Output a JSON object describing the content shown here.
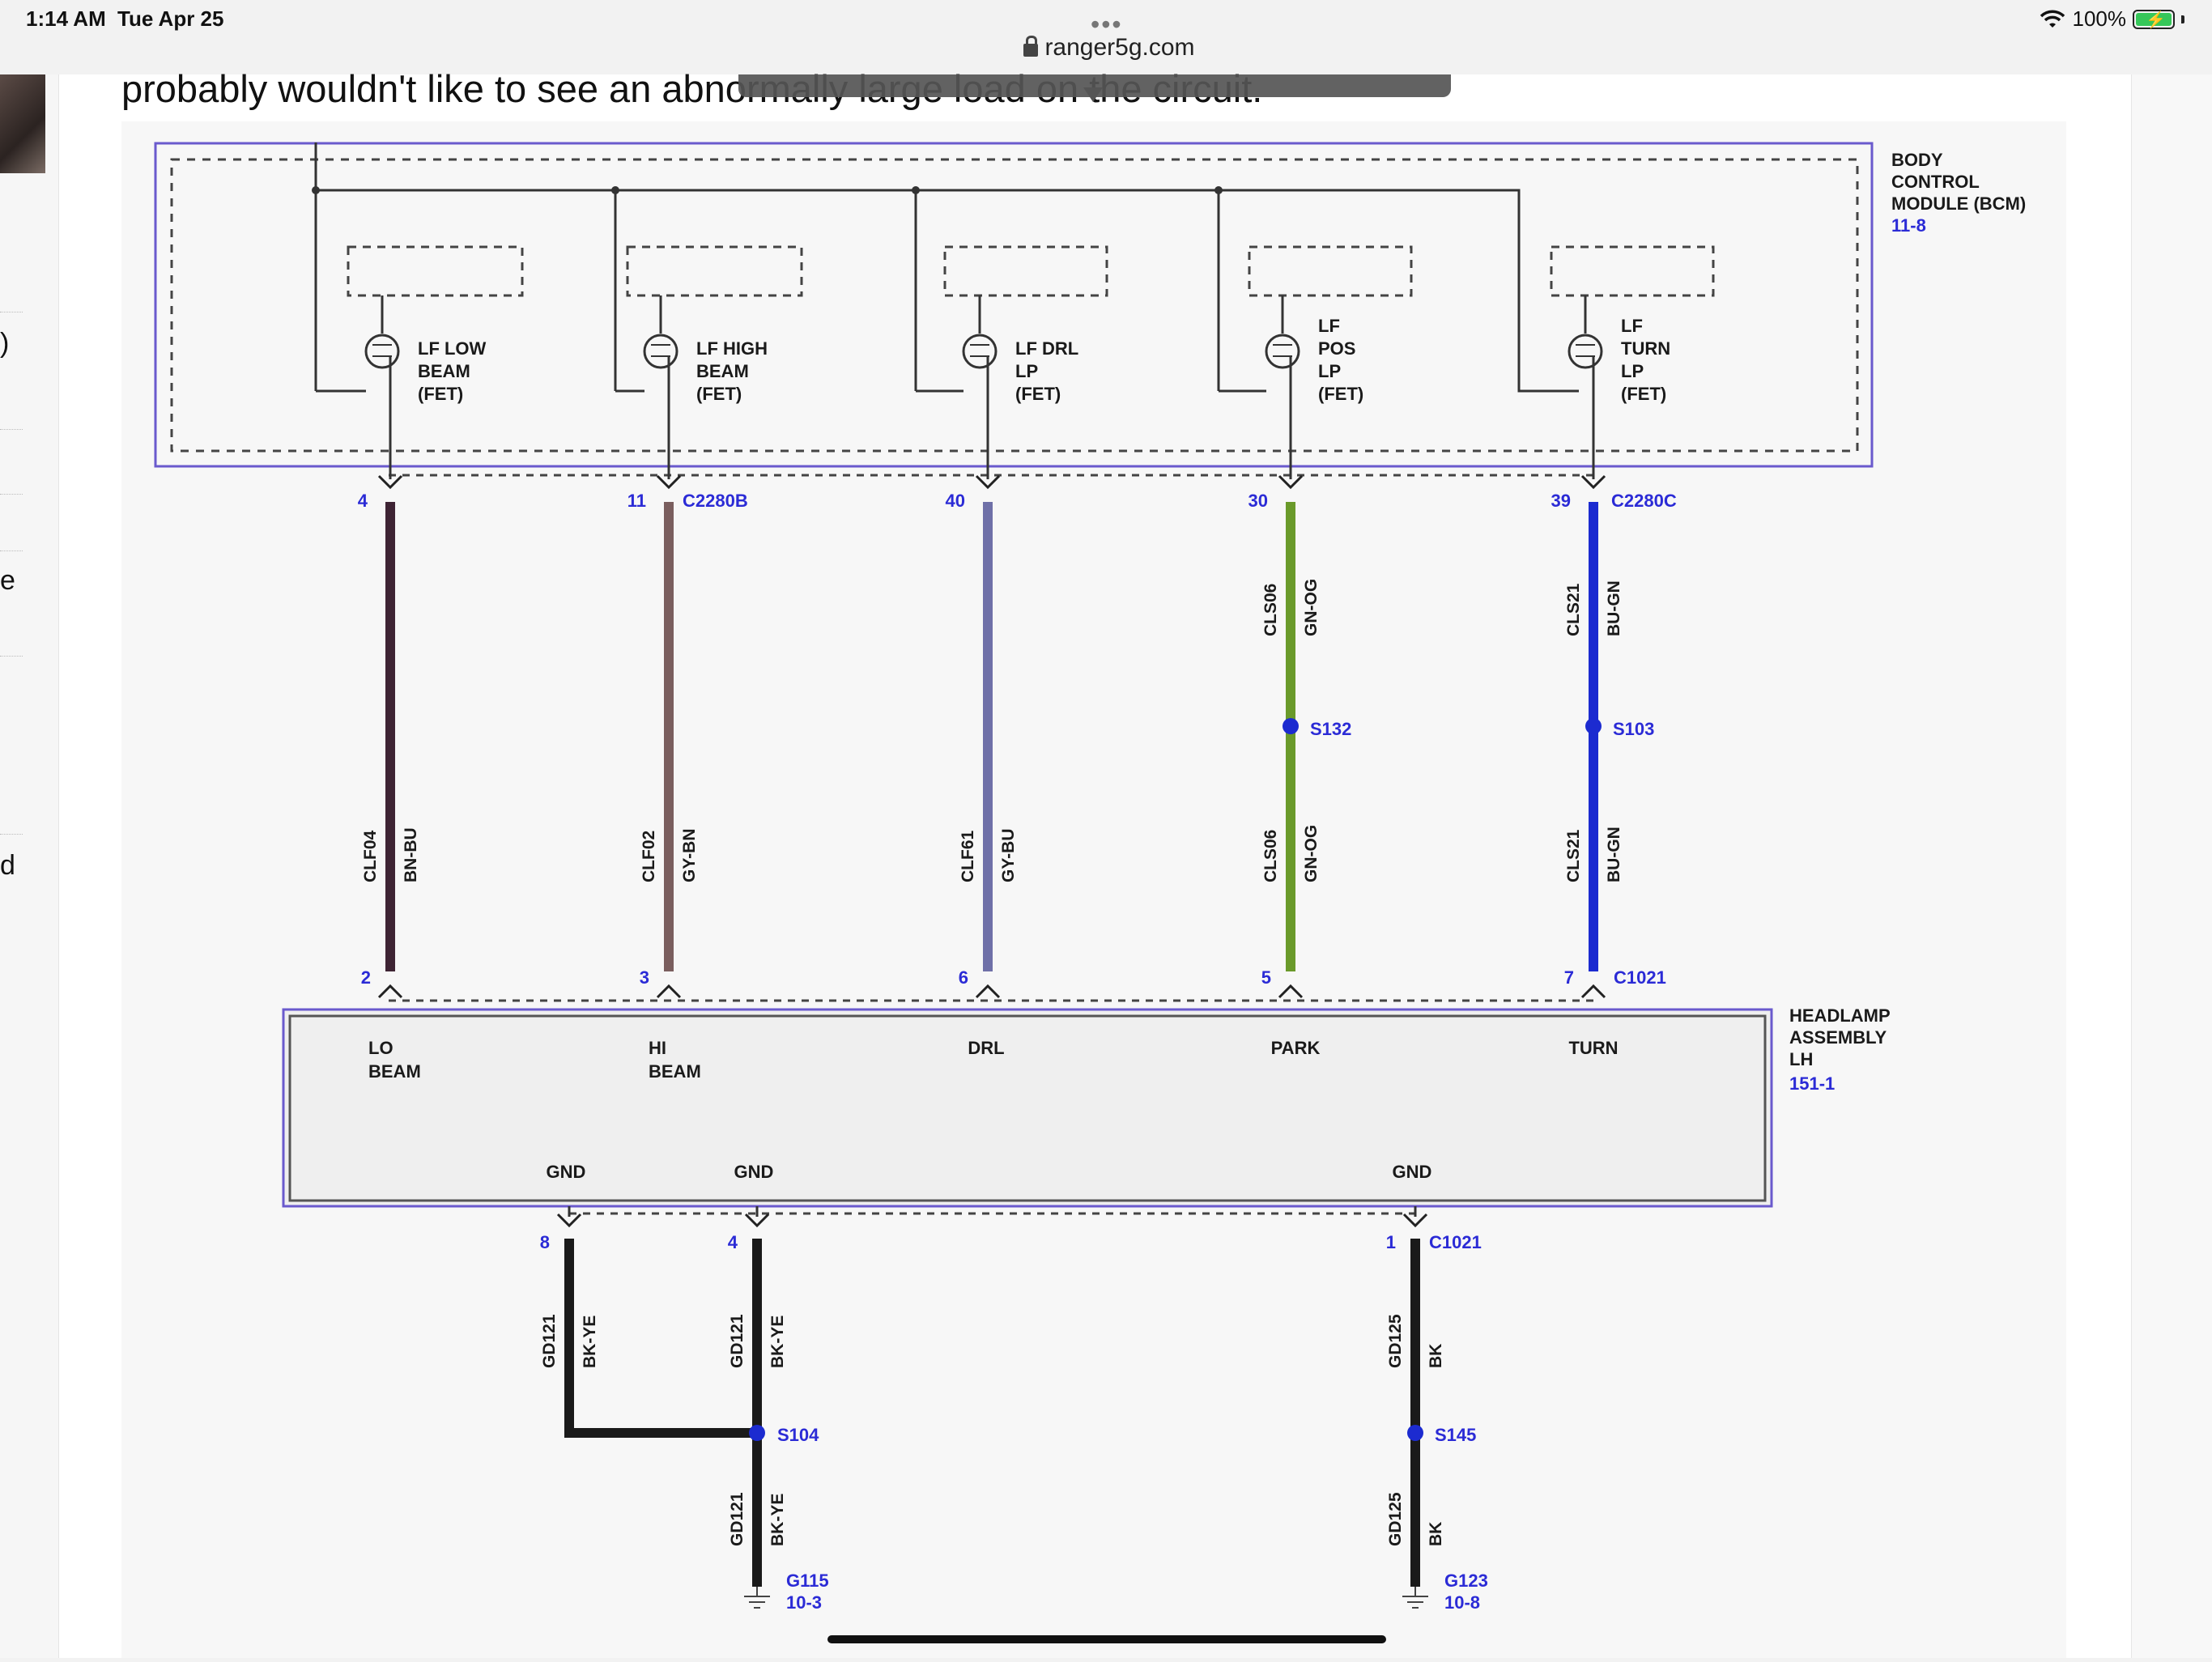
{
  "status_bar": {
    "time": "1:14 AM",
    "date": "Tue Apr 25",
    "battery": "100%"
  },
  "browser": {
    "url": "ranger5g.com"
  },
  "article": {
    "text": "probably wouldn't like to see an abnormally large load on the circuit."
  },
  "left_fragments": [
    ")",
    "e",
    "d"
  ],
  "colors": {
    "purple_outline": "#6a5acd",
    "blue_label": "#2b2bd6",
    "gn_og": "#6a9a2a",
    "bu_gn": "#1c2bd0",
    "bn_bu": "#3e2434",
    "gy_bn": "#7a5e5e",
    "gy_bu": "#6f70a8",
    "bk": "#1a1a1a"
  },
  "diagram": {
    "bcm": {
      "name": [
        "BODY",
        "CONTROL",
        "MODULE (BCM)"
      ],
      "ref": "11-8"
    },
    "headlamp": {
      "name": [
        "HEADLAMP",
        "ASSEMBLY",
        "LH"
      ],
      "ref": "151-1"
    },
    "fets": [
      {
        "label": [
          "LF LOW",
          "BEAM",
          "(FET)"
        ]
      },
      {
        "label": [
          "LF HIGH",
          "BEAM",
          "(FET)"
        ]
      },
      {
        "label": [
          "LF DRL",
          "LP",
          "(FET)"
        ]
      },
      {
        "label": [
          "LF",
          "POS",
          "LP",
          "(FET)"
        ]
      },
      {
        "label": [
          "LF",
          "TURN",
          "LP",
          "(FET)"
        ]
      }
    ],
    "top_pins": [
      "4",
      "11",
      "40",
      "30",
      "39"
    ],
    "top_connectors": [
      "C2280B",
      "C2280C"
    ],
    "wires": [
      {
        "circuit": "CLF04",
        "color": "BN-BU"
      },
      {
        "circuit": "CLF02",
        "color": "GY-BN"
      },
      {
        "circuit": "CLF61",
        "color": "GY-BU"
      },
      {
        "circuit": "CLS06",
        "color": "GN-OG"
      },
      {
        "circuit": "CLS21",
        "color": "BU-GN"
      }
    ],
    "splices_top": [
      "S132",
      "S103"
    ],
    "bottom_pins": [
      "2",
      "3",
      "6",
      "5",
      "7"
    ],
    "bottom_connector": "C1021",
    "functions": [
      [
        "LO",
        "BEAM"
      ],
      [
        "HI",
        "BEAM"
      ],
      [
        "DRL"
      ],
      [
        "PARK"
      ],
      [
        "TURN"
      ]
    ],
    "gnd_label": "GND",
    "gnd_pins": [
      "8",
      "4",
      "1"
    ],
    "gnd_connector": "C1021",
    "gnd_wires": [
      {
        "circuit": "GD121",
        "color": "BK-YE"
      },
      {
        "circuit": "GD125",
        "color": "BK"
      }
    ],
    "splices_bottom": [
      "S104",
      "S145"
    ],
    "grounds": [
      {
        "id": "G115",
        "ref": "10-3"
      },
      {
        "id": "G123",
        "ref": "10-8"
      }
    ]
  }
}
